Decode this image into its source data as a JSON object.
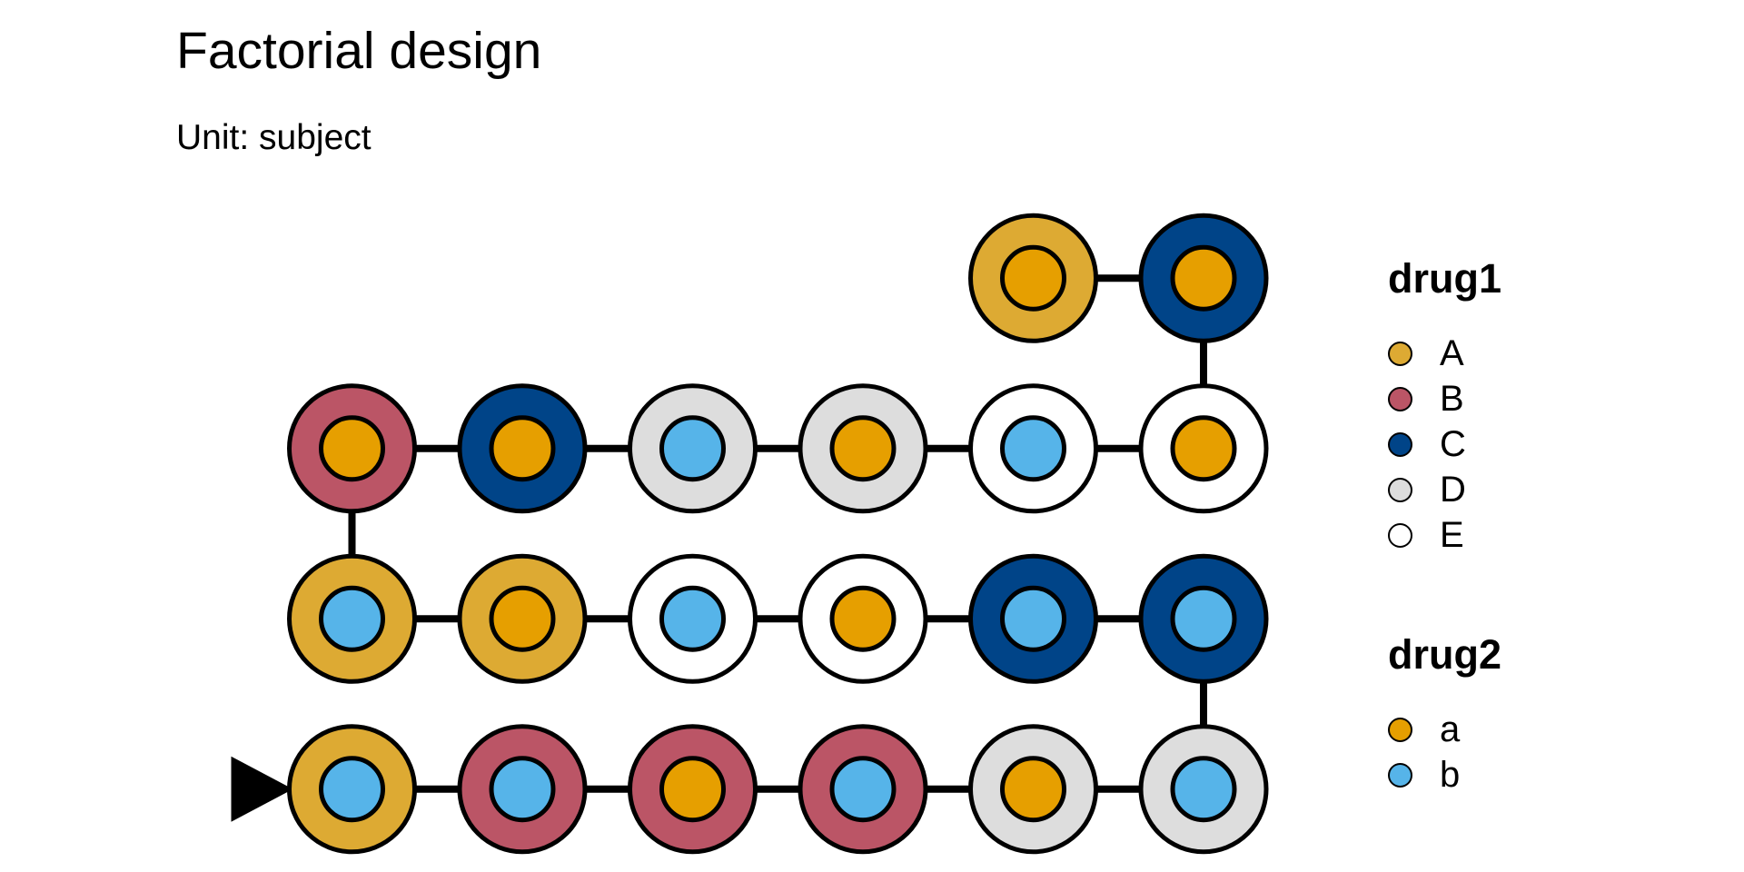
{
  "title": "Factorial design",
  "subtitle": "Unit: subject",
  "legend": {
    "drug1": {
      "title": "drug1",
      "items": [
        {
          "label": "A",
          "color": "#DDAA33"
        },
        {
          "label": "B",
          "color": "#BB5566"
        },
        {
          "label": "C",
          "color": "#004488"
        },
        {
          "label": "D",
          "color": "#DDDDDD"
        },
        {
          "label": "E",
          "color": "#FFFFFF"
        }
      ]
    },
    "drug2": {
      "title": "drug2",
      "items": [
        {
          "label": "a",
          "color": "#E69F00"
        },
        {
          "label": "b",
          "color": "#56B4E9"
        }
      ]
    }
  },
  "chart_data": {
    "type": "diagram",
    "diagram_kind": "experimental-design-unit-graph",
    "grid": {
      "rows": 4,
      "columns": 6
    },
    "stroke_color": "#000000",
    "factors": {
      "drug1": {
        "A": "#DDAA33",
        "B": "#BB5566",
        "C": "#004488",
        "D": "#DDDDDD",
        "E": "#FFFFFF"
      },
      "drug2": {
        "a": "#E69F00",
        "b": "#56B4E9"
      }
    },
    "encoding": {
      "outer_ring": "drug1",
      "inner_dot": "drug2"
    },
    "path_hint": "serpentine path; black edges connect consecutive nodes in array order; black right-pointing triangle marks the first node (bottom-left row)",
    "nodes": [
      {
        "row": 4,
        "col": 1,
        "drug1": "A",
        "drug2": "b"
      },
      {
        "row": 4,
        "col": 2,
        "drug1": "B",
        "drug2": "b"
      },
      {
        "row": 4,
        "col": 3,
        "drug1": "B",
        "drug2": "a"
      },
      {
        "row": 4,
        "col": 4,
        "drug1": "B",
        "drug2": "b"
      },
      {
        "row": 4,
        "col": 5,
        "drug1": "D",
        "drug2": "a"
      },
      {
        "row": 4,
        "col": 6,
        "drug1": "D",
        "drug2": "b"
      },
      {
        "row": 3,
        "col": 6,
        "drug1": "C",
        "drug2": "b"
      },
      {
        "row": 3,
        "col": 5,
        "drug1": "C",
        "drug2": "b"
      },
      {
        "row": 3,
        "col": 4,
        "drug1": "E",
        "drug2": "a"
      },
      {
        "row": 3,
        "col": 3,
        "drug1": "E",
        "drug2": "b"
      },
      {
        "row": 3,
        "col": 2,
        "drug1": "A",
        "drug2": "a"
      },
      {
        "row": 3,
        "col": 1,
        "drug1": "A",
        "drug2": "b"
      },
      {
        "row": 2,
        "col": 1,
        "drug1": "B",
        "drug2": "a"
      },
      {
        "row": 2,
        "col": 2,
        "drug1": "C",
        "drug2": "a"
      },
      {
        "row": 2,
        "col": 3,
        "drug1": "D",
        "drug2": "b"
      },
      {
        "row": 2,
        "col": 4,
        "drug1": "D",
        "drug2": "a"
      },
      {
        "row": 2,
        "col": 5,
        "drug1": "E",
        "drug2": "b"
      },
      {
        "row": 2,
        "col": 6,
        "drug1": "E",
        "drug2": "a"
      },
      {
        "row": 1,
        "col": 6,
        "drug1": "C",
        "drug2": "a"
      },
      {
        "row": 1,
        "col": 5,
        "drug1": "A",
        "drug2": "a"
      }
    ]
  }
}
